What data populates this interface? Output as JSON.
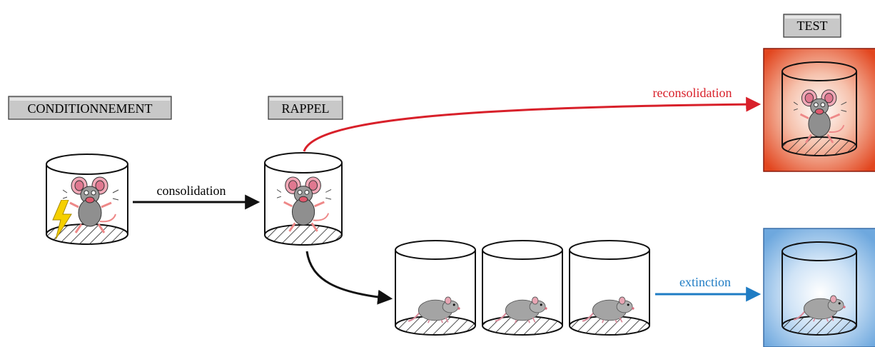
{
  "stages": {
    "conditioning": "CONDITIONNEMENT",
    "recall": "RAPPEL",
    "test": "TEST"
  },
  "arrows": {
    "consolidation": "consolidation",
    "reconsolidation": "reconsolidation",
    "extinction": "extinction"
  },
  "colors": {
    "label_box": "#c8c8c8",
    "reconsolidation": "#d8202a",
    "extinction": "#1f7cc4",
    "consolidation": "#111111",
    "test_fear_bg": "#e2461f",
    "test_calm_bg": "#78aee0"
  },
  "icons": {
    "shock": "lightning-bolt-icon",
    "scared_mouse": "scared-mouse-icon",
    "calm_rat": "calm-rat-icon",
    "cage": "cylinder-cage-icon"
  }
}
